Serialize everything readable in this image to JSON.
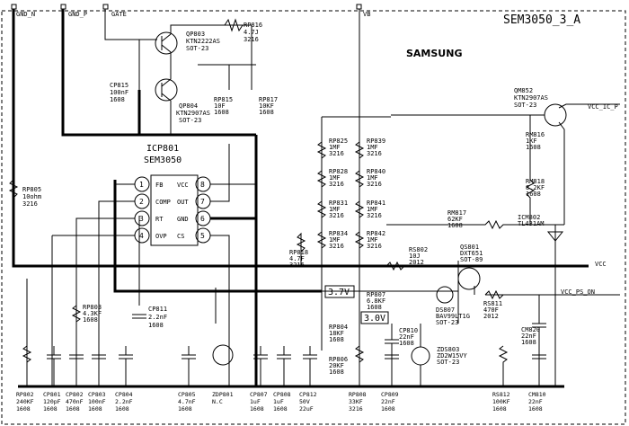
{
  "title": "SEM3050_3_A",
  "brand": "SAMSUNG",
  "ports": {
    "gnd_n": "GND_N",
    "gnd_p": "GND_P",
    "gate": "GATE",
    "vb": "VB",
    "vcc_ic_p": "VCC_IC_P",
    "vcc": "VCC",
    "vcc_ps_on": "VCC_PS_ON"
  },
  "ic": {
    "ref": "ICP801",
    "part": "SEM3050",
    "pins": [
      {
        "num": "1",
        "name": "FB"
      },
      {
        "num": "2",
        "name": "COMP"
      },
      {
        "num": "3",
        "name": "RT"
      },
      {
        "num": "4",
        "name": "OVP"
      },
      {
        "num": "8",
        "name": "VCC"
      },
      {
        "num": "7",
        "name": "OUT"
      },
      {
        "num": "6",
        "name": "GND"
      },
      {
        "num": "5",
        "name": "CS"
      }
    ]
  },
  "voltages": {
    "v37": "3.7V",
    "v30": "3.0V"
  },
  "parts": {
    "qp803": [
      "QP803",
      "KTN2222AS",
      "SOT-23"
    ],
    "qp804": [
      "QP804",
      "KTN2907AS",
      "SOT-23"
    ],
    "rp816": [
      "RP816",
      "4.7J",
      "3216"
    ],
    "cp815": [
      "CP815",
      "100nF",
      "1608"
    ],
    "rp815": [
      "RP815",
      "10F",
      "1608"
    ],
    "rp817": [
      "RP817",
      "10KF",
      "1608"
    ],
    "qm852": [
      "QM852",
      "KTN2907AS",
      "SOT-23"
    ],
    "rm816": [
      "RM816",
      "1KF",
      "1608"
    ],
    "rm818": [
      "RM818",
      "8.2KF",
      "1608"
    ],
    "icm802": [
      "ICM802",
      "TL431AM"
    ],
    "rp825": [
      "RP825",
      "1MF",
      "3216"
    ],
    "rp828": [
      "RP828",
      "1MF",
      "3216"
    ],
    "rp831": [
      "RP831",
      "1MF",
      "3216"
    ],
    "rp834": [
      "RP834",
      "1MF",
      "3216"
    ],
    "rp839": [
      "RP839",
      "1MF",
      "3216"
    ],
    "rp840": [
      "RP840",
      "1MF",
      "3216"
    ],
    "rp841": [
      "RP841",
      "1MF",
      "3216"
    ],
    "rp842": [
      "RP842",
      "1MF",
      "3216"
    ],
    "rm817": [
      "RM817",
      "62KF",
      "1608"
    ],
    "rp805": [
      "RP805",
      "10ohm",
      "3216"
    ],
    "rs802": [
      "RS802",
      "10J",
      "2012"
    ],
    "qs801": [
      "QS801",
      "DXT651",
      "SOT-89"
    ],
    "rp818": [
      "RP818",
      "4.7F",
      "3216"
    ],
    "rp803": [
      "RP803",
      "4.3KF",
      "1608"
    ],
    "cp811": [
      "CP811",
      "2.2nF",
      "1608"
    ],
    "rp807": [
      "RP807",
      "6.8KF",
      "1608"
    ],
    "ds807": [
      "DS807",
      "BAV99LT1G",
      "SOT-23"
    ],
    "rs811": [
      "RS811",
      "470F",
      "2012"
    ],
    "cm820": [
      "CM820",
      "22nF",
      "1608"
    ],
    "rp804": [
      "RP804",
      "18KF",
      "1608"
    ],
    "cp810": [
      "CP810",
      "22nF",
      "1608"
    ],
    "zds803": [
      "ZDS803",
      "ZD2W15VY",
      "SOT-23"
    ],
    "rp806": [
      "RP806",
      "20KF",
      "1608"
    ]
  },
  "bottom": [
    [
      "RP802",
      "240KF",
      "1608"
    ],
    [
      "CP801",
      "120pF",
      "1608"
    ],
    [
      "CP802",
      "470nF",
      "1608"
    ],
    [
      "CP803",
      "100nF",
      "1608"
    ],
    [
      "CP804",
      "2.2nF",
      "1608"
    ],
    [
      "CP805",
      "4.7nF",
      "1608"
    ],
    [
      "ZDP801",
      "N.C"
    ],
    [
      "CP807",
      "1uF",
      "1608"
    ],
    [
      "CP808",
      "1uF",
      "1608"
    ],
    [
      "CP812",
      "50V",
      "22uF"
    ],
    [
      "RP808",
      "33KF",
      "3216"
    ],
    [
      "CP809",
      "22nF",
      "1608"
    ],
    [
      "RS812",
      "100KF",
      "1608"
    ],
    [
      "CM810",
      "22nF",
      "1608"
    ]
  ]
}
